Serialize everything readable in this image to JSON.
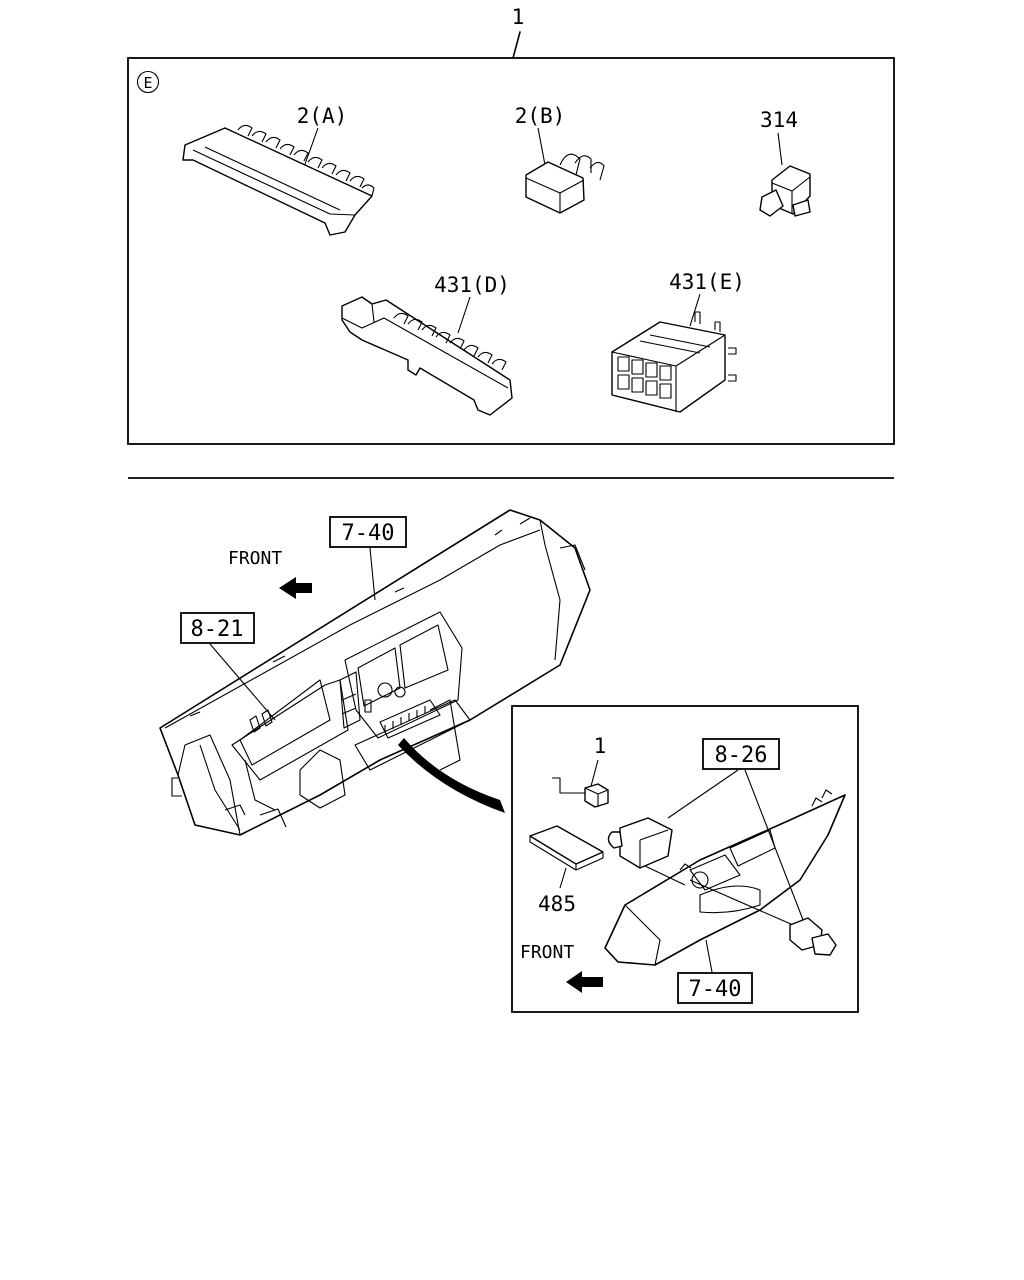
{
  "top_panel": {
    "callout": "1",
    "region_mark": "E",
    "parts": [
      {
        "id": "2a",
        "label": "2(A)"
      },
      {
        "id": "2b",
        "label": "2(B)"
      },
      {
        "id": "314",
        "label": "314"
      },
      {
        "id": "431d",
        "label": "431(D)"
      },
      {
        "id": "431e",
        "label": "431(E)"
      }
    ]
  },
  "bottom_panel": {
    "ref_7_40": "7-40",
    "ref_8_21": "8-21",
    "front_label": "FRONT",
    "inset": {
      "callout_1": "1",
      "callout_485": "485",
      "ref_8_26": "8-26",
      "ref_7_40": "7-40",
      "front_label": "FRONT"
    }
  }
}
